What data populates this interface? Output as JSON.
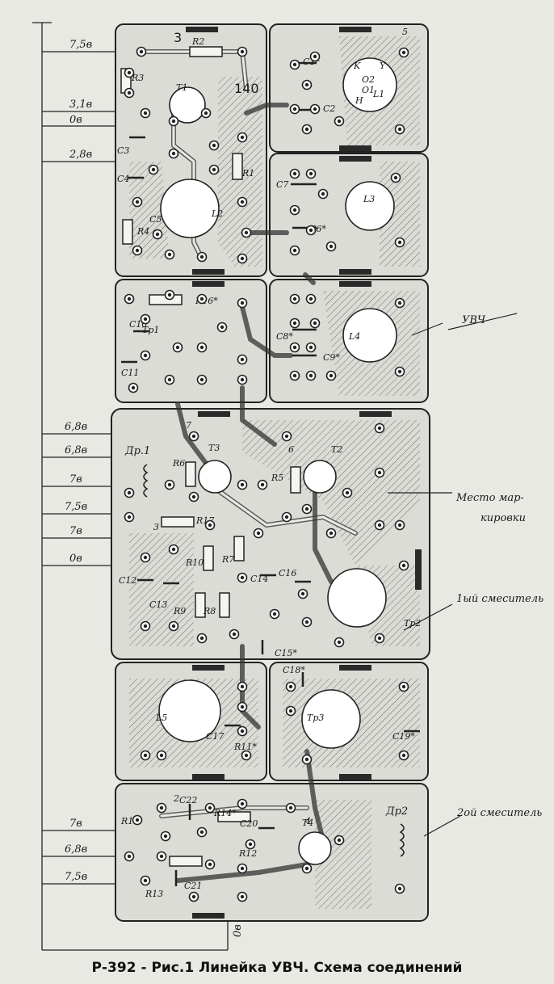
{
  "diagram": {
    "caption": "Р-392 - Рис.1 Линейка УВЧ. Схема соединений",
    "voltage_leads": [
      "7,5в",
      "3,1в",
      "0в",
      "2,8в",
      "6,8в",
      "6,8в",
      "7в",
      "7,5в",
      "7в",
      "0в",
      "7в",
      "6,8в",
      "7,5в"
    ],
    "bottom_lead": "0в",
    "callouts": {
      "uvch": "УВЧ",
      "marking": "Место мар-",
      "marking2": "кировки",
      "mixer1": "1ый смеситель",
      "mixer2": "2ой смеситель"
    },
    "board_numbers": [
      "3",
      "5",
      "140",
      "6",
      "7",
      "3",
      "2",
      "4"
    ],
    "components": {
      "resistors": [
        "R2",
        "R3",
        "R1",
        "R4",
        "R16*",
        "R6",
        "R5",
        "R17",
        "R10",
        "R7",
        "R9",
        "R8",
        "R11*",
        "R15",
        "R14*",
        "R12",
        "R13"
      ],
      "capacitors": [
        "C1*",
        "C2",
        "C3",
        "C4",
        "C5",
        "C6*",
        "C7",
        "C8*",
        "C9*",
        "C10",
        "C11",
        "C12",
        "C13",
        "C14",
        "C16",
        "C15*",
        "C17",
        "C18*",
        "C19*",
        "C20",
        "C21",
        "C22"
      ],
      "transistors": [
        "T1",
        "T3",
        "T2",
        "T4"
      ],
      "coils": [
        "L1",
        "L2",
        "L3",
        "L4",
        "L5"
      ],
      "transformers": [
        "Тр1",
        "Тр2",
        "Тр3"
      ],
      "chokes": [
        "Др.1",
        "Др2"
      ]
    },
    "pin_letters": [
      "K",
      "Y",
      "O2",
      "O1",
      "H"
    ]
  }
}
